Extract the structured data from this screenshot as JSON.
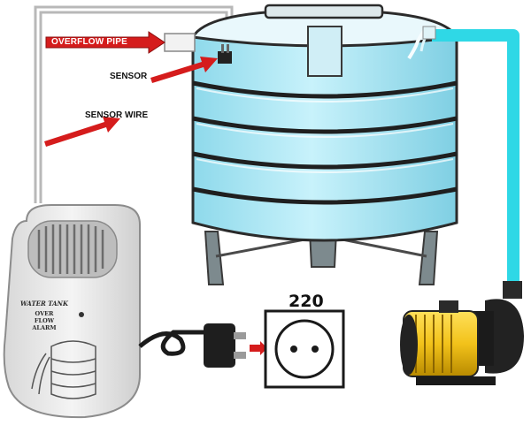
{
  "labels": {
    "overflow_pipe": "OVERFLOW PIPE",
    "sensor": "SENSOR",
    "sensor_wire": "SENSOR WIRE",
    "voltage": "220"
  },
  "alarm_device": {
    "line1": "WATER TANK",
    "line2": "OVER",
    "line3": "FLOW",
    "line4": "ALARM"
  },
  "colors": {
    "water": "#aeeaf6",
    "tank_outline": "#2b2b2b",
    "pipe_cyan": "#2fd8e6",
    "arrow_red": "#d51c1c",
    "pump_yellow": "#f2c21a"
  },
  "icons": [
    "water-tank-icon",
    "alarm-device-icon",
    "power-plug-icon",
    "wall-socket-icon",
    "water-pump-icon"
  ]
}
